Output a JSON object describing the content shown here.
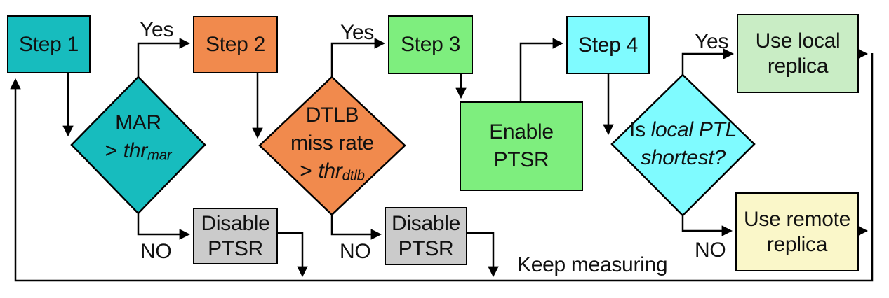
{
  "colors": {
    "teal": "#17BCBE",
    "orange": "#F18A4D",
    "green": "#7EEE7E",
    "cyan": "#7FFBFF",
    "light_green": "#C9EDC5",
    "pale_yellow": "#FAF7C9",
    "gray": "#CBCBCB",
    "line": "#000000",
    "background": "#FFFFFF",
    "text": "#111111"
  },
  "nodes": {
    "step1": {
      "label": "Step 1"
    },
    "step2": {
      "label": "Step 2"
    },
    "step3": {
      "label": "Step 3"
    },
    "step4": {
      "label": "Step 4"
    },
    "enable_ptsr": {
      "line1": "Enable",
      "line2": "PTSR"
    },
    "disable_ptsr_1": {
      "line1": "Disable",
      "line2": "PTSR"
    },
    "disable_ptsr_2": {
      "line1": "Disable",
      "line2": "PTSR"
    },
    "use_local_replica": {
      "line1": "Use local",
      "line2": "replica"
    },
    "use_remote_replica": {
      "line1": "Use remote",
      "line2": "replica"
    },
    "decision_mar": {
      "line1": "MAR",
      "operator": ">",
      "threshold": "thr",
      "subscript": "mar"
    },
    "decision_dtlb": {
      "line1": "DTLB",
      "line2": "miss rate",
      "operator": ">",
      "threshold": "thr",
      "subscript": "dtlb"
    },
    "decision_local_ptl": {
      "prefix": "Is",
      "italic": "local PTL",
      "line2": "shortest?"
    }
  },
  "edge_labels": {
    "yes1": "Yes",
    "yes2": "Yes",
    "yes3": "Yes",
    "no1": "NO",
    "no2": "NO",
    "no3": "NO",
    "keep_measuring": "Keep measuring"
  }
}
